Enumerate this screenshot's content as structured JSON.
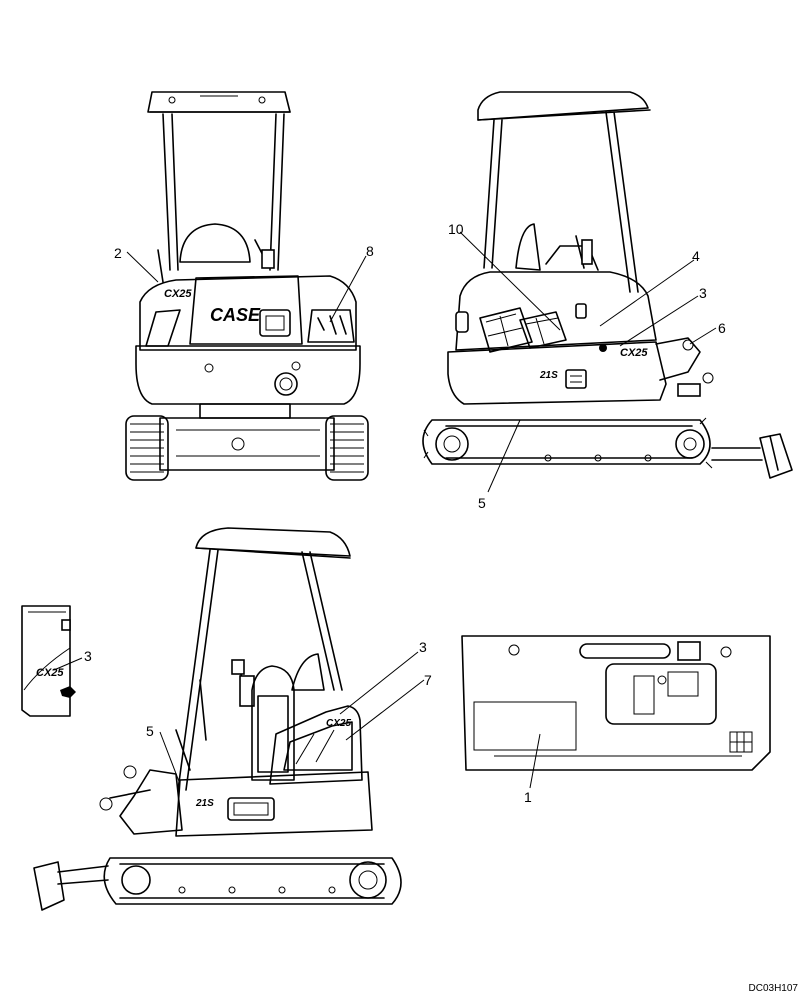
{
  "callouts": [
    {
      "id": "c1",
      "label": "1"
    },
    {
      "id": "c2",
      "label": "2"
    },
    {
      "id": "c3a",
      "label": "3"
    },
    {
      "id": "c3b",
      "label": "3"
    },
    {
      "id": "c3c",
      "label": "3"
    },
    {
      "id": "c4",
      "label": "4"
    },
    {
      "id": "c5a",
      "label": "5"
    },
    {
      "id": "c5b",
      "label": "5"
    },
    {
      "id": "c6",
      "label": "6"
    },
    {
      "id": "c7",
      "label": "7"
    },
    {
      "id": "c8",
      "label": "8"
    },
    {
      "id": "c10",
      "label": "10"
    }
  ],
  "decals": {
    "brand": "CASE",
    "model": "CX25",
    "code": "21S"
  },
  "reference_code": "DC03H107"
}
